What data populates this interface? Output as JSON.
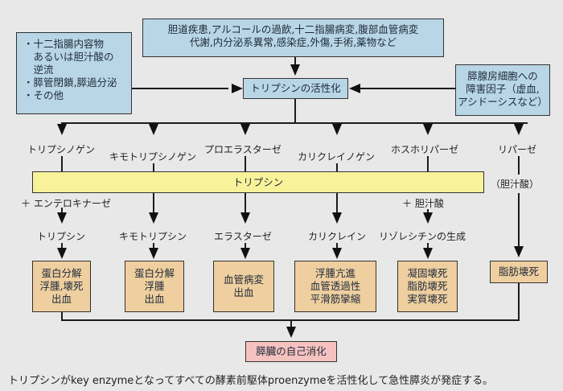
{
  "causes": {
    "left": {
      "items": [
        "・十二指腸内容物",
        "　あるいは胆汁酸の",
        "　逆流",
        "・膵管閉鎖,膵過分泌",
        "・その他"
      ]
    },
    "top": {
      "lines": [
        "胆道疾患,アルコールの過飲,十二指腸病変,腹部血管病変",
        "代謝,内分泌系異常,感染症,外傷,手術,薬物など"
      ]
    },
    "right": {
      "lines": [
        "膵腺房細胞への",
        "障害因子（虚血,",
        "アシドーシスなど）"
      ]
    }
  },
  "activation": {
    "label": "トリプシンの活性化"
  },
  "proenzymes": [
    "トリプシノゲン",
    "キモトリプシノゲン",
    "プロエラスターゼ",
    "カリクレイノゲン",
    "ホスホリパーゼ",
    "リパーゼ"
  ],
  "trypsin_bar": {
    "label": "トリプシン"
  },
  "bile_acid_paren": "（胆汁酸）",
  "cofactors": {
    "enterokinase": "＋ エンテロキナーゼ",
    "bile_acid": "＋ 胆汁酸"
  },
  "active_enzymes": [
    "トリプシン",
    "キモトリプシン",
    "エラスターゼ",
    "カリクレイン",
    "リゾレシチンの生成"
  ],
  "effects": [
    {
      "lines": [
        "蛋白分解",
        "浮腫,壊死",
        "出血"
      ]
    },
    {
      "lines": [
        "蛋白分解",
        "浮腫",
        "出血"
      ]
    },
    {
      "lines": [
        "血管病変",
        "出血"
      ]
    },
    {
      "lines": [
        "浮腫亢進",
        "血管透過性",
        "平滑筋攣縮"
      ]
    },
    {
      "lines": [
        "凝固壊死",
        "脂肪壊死",
        "実質壊死"
      ]
    },
    {
      "lines": [
        "脂肪壊死"
      ]
    }
  ],
  "outcome": {
    "label": "膵臓の自己消化"
  },
  "caption": "トリプシンがkey enzymeとなってすべての酵素前駆体proenzymeを活性化して急性膵炎が発症する。",
  "colors": {
    "cause_box": "#b8d6e6",
    "effect_box": "#efcf9f",
    "outcome_box": "#f6c2c0",
    "trypsin_bar": "#f8f39a",
    "background": "#e8e8e8"
  }
}
